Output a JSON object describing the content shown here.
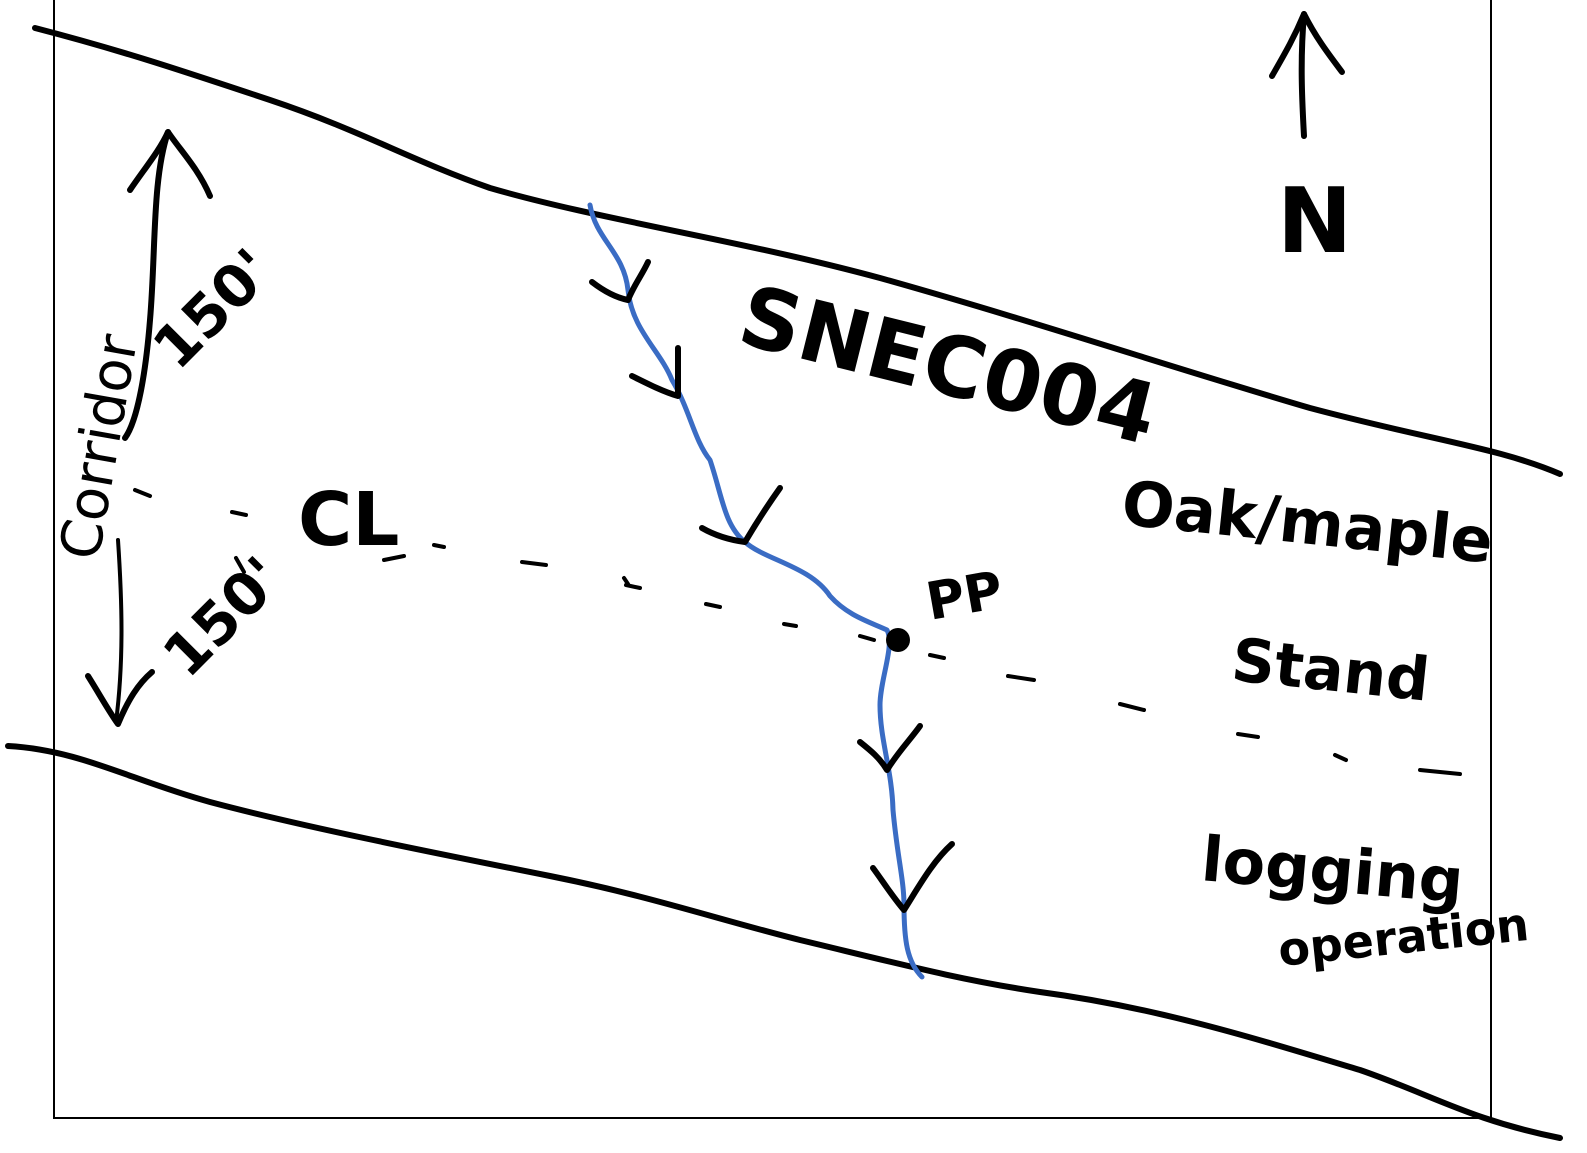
{
  "colors": {
    "ink": "#000000",
    "stream": "#3A6CC4",
    "background": "#FFFFFF"
  },
  "labels": {
    "north": "N",
    "site_id": "SNEC004",
    "stand": "Oak/maple",
    "stand_line2": "Stand",
    "corridor": "Corridor",
    "centerline": "CL",
    "plot_point": "PP",
    "width_upper": "150'",
    "width_lower": "150'",
    "operation": "logging",
    "operation_line2": "operation"
  },
  "icons": {
    "north_arrow": "north-arrow-icon",
    "plot_point": "plot-point-dot-icon",
    "flow_direction": "chevron-down-icon"
  }
}
